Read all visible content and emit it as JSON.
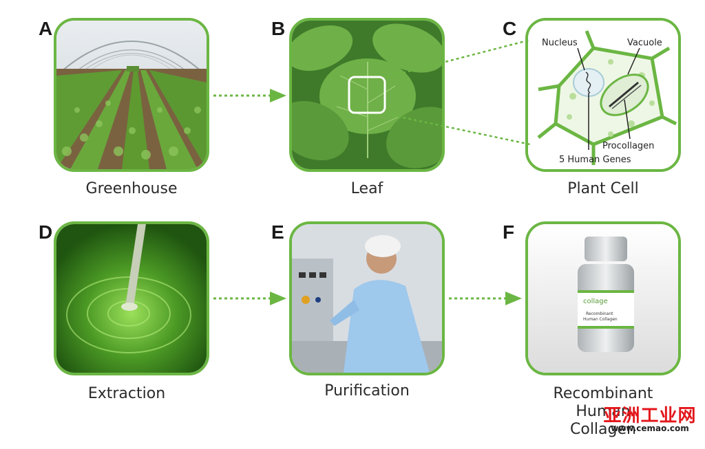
{
  "panels": [
    {
      "letter": "A",
      "caption": "Greenhouse"
    },
    {
      "letter": "B",
      "caption": "Leaf"
    },
    {
      "letter": "C",
      "caption": "Plant Cell"
    },
    {
      "letter": "D",
      "caption": "Extraction"
    },
    {
      "letter": "E",
      "caption": "Purification"
    },
    {
      "letter": "F",
      "caption_lines": [
        "Recombinant",
        "Human",
        "Collagen"
      ]
    }
  ],
  "cell_labels": {
    "nucleus": "Nucleus",
    "vacuole": "Vacuole",
    "procollagen": "Procollagen",
    "genes": "5 Human Genes"
  },
  "bottle": {
    "brand": "collage",
    "label_line1": "Recombinant",
    "label_line2": "Human Collagen"
  },
  "watermark": {
    "text": "亚洲工业网",
    "url": "www.cemao.com"
  },
  "colors": {
    "frame": "#6bb643",
    "arrow": "#6bb643",
    "watermark": "#e3161b"
  }
}
